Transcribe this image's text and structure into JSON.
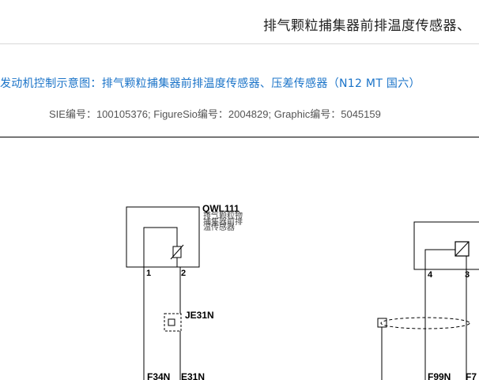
{
  "header": {
    "title": "排气颗粒捕集器前排温度传感器、"
  },
  "diagram": {
    "title": "发动机控制示意图：排气颗粒捕集器前排温度传感器、压差传感器（N12 MT 国六）",
    "meta": "SIE编号：100105376;  FigureSio编号：2004829;  Graphic编号：5045159"
  },
  "components": {
    "temp_sensor": {
      "code": "QWL111",
      "name_line1": "排气颗粒物",
      "name_line2": "捕集器前排",
      "name_line3": "温传感器",
      "pin1": "1",
      "pin2": "2"
    },
    "connector": {
      "code": "JE31N"
    },
    "pressure_sensor": {
      "pin4": "4",
      "pin3": "3"
    },
    "wires": {
      "w1": "F34N",
      "w2": "E31N",
      "w3": "F99N",
      "w4": "F7"
    }
  },
  "colors": {
    "header_text": "#222222",
    "diagram_title": "#1a73c8",
    "meta_text": "#555555",
    "wire": "#000000"
  }
}
